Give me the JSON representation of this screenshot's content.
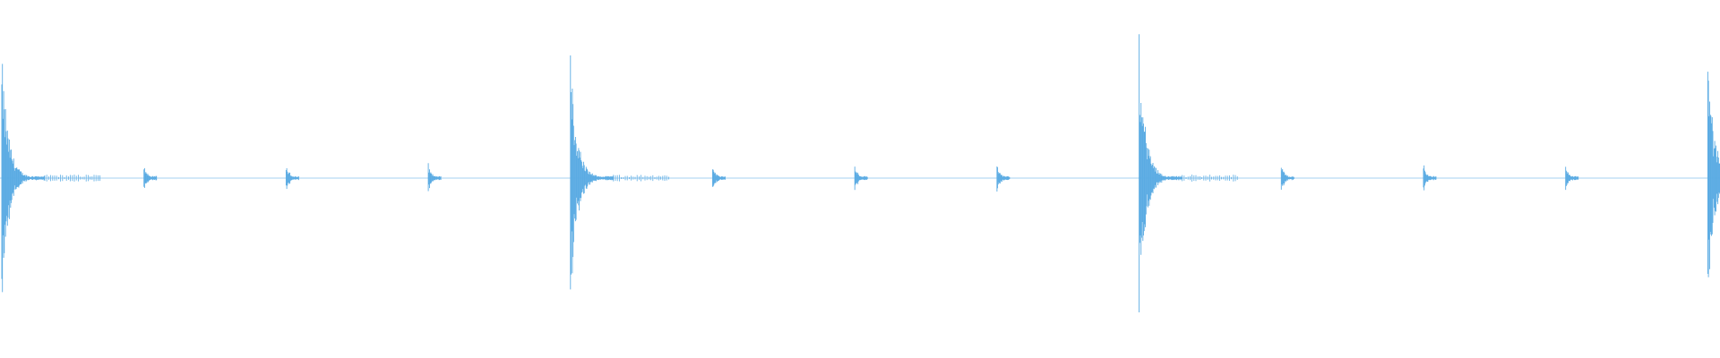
{
  "waveform": {
    "color": "#5aabe3",
    "beats": [
      {
        "strength": 1.0,
        "kind": "downbeat"
      },
      {
        "strength": 0.12,
        "kind": "tick"
      },
      {
        "strength": 0.12,
        "kind": "tick"
      },
      {
        "strength": 0.12,
        "kind": "tick"
      },
      {
        "strength": 1.0,
        "kind": "downbeat"
      },
      {
        "strength": 0.12,
        "kind": "tick"
      },
      {
        "strength": 0.12,
        "kind": "tick"
      },
      {
        "strength": 0.12,
        "kind": "tick"
      },
      {
        "strength": 1.1,
        "kind": "downbeat"
      },
      {
        "strength": 0.12,
        "kind": "tick"
      },
      {
        "strength": 0.12,
        "kind": "tick"
      },
      {
        "strength": 0.12,
        "kind": "tick"
      },
      {
        "strength": 0.95,
        "kind": "downbeat"
      }
    ]
  }
}
